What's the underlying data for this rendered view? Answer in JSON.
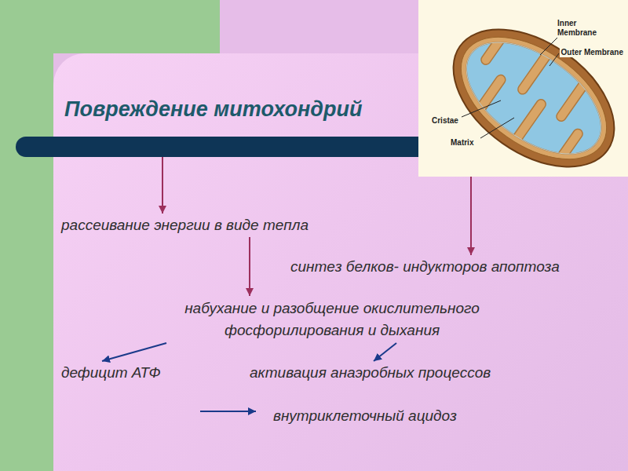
{
  "diagram": {
    "nodes": [
      {
        "text": [
          "Повреждение митохондрий"
        ]
      },
      {
        "text": [
          "рассеивание энергии в виде тепла"
        ]
      },
      {
        "text": [
          "синтез белков- индукторов апоптоза"
        ]
      },
      {
        "text": [
          "набухание и разобщение окислительного фосфорилирования и дыхания"
        ]
      },
      {
        "text": [
          "дефицит АТФ"
        ]
      },
      {
        "text": [
          "активация анаэробных процессов"
        ]
      },
      {
        "text": [
          "внутриклеточный ацидоз"
        ]
      }
    ],
    "edges": [
      {
        "from": 0,
        "to": 1,
        "arrow": "to"
      },
      {
        "from": 0,
        "to": 2,
        "arrow": "to"
      },
      {
        "from": 1,
        "to": 3,
        "arrow": "to"
      },
      {
        "from": 3,
        "to": 4,
        "arrow": "to"
      },
      {
        "from": 3,
        "to": 5,
        "arrow": "to"
      }
    ],
    "labels": [
      "Inner Membrane",
      "Outer Membrane",
      "Cristae",
      "Matrix"
    ]
  }
}
